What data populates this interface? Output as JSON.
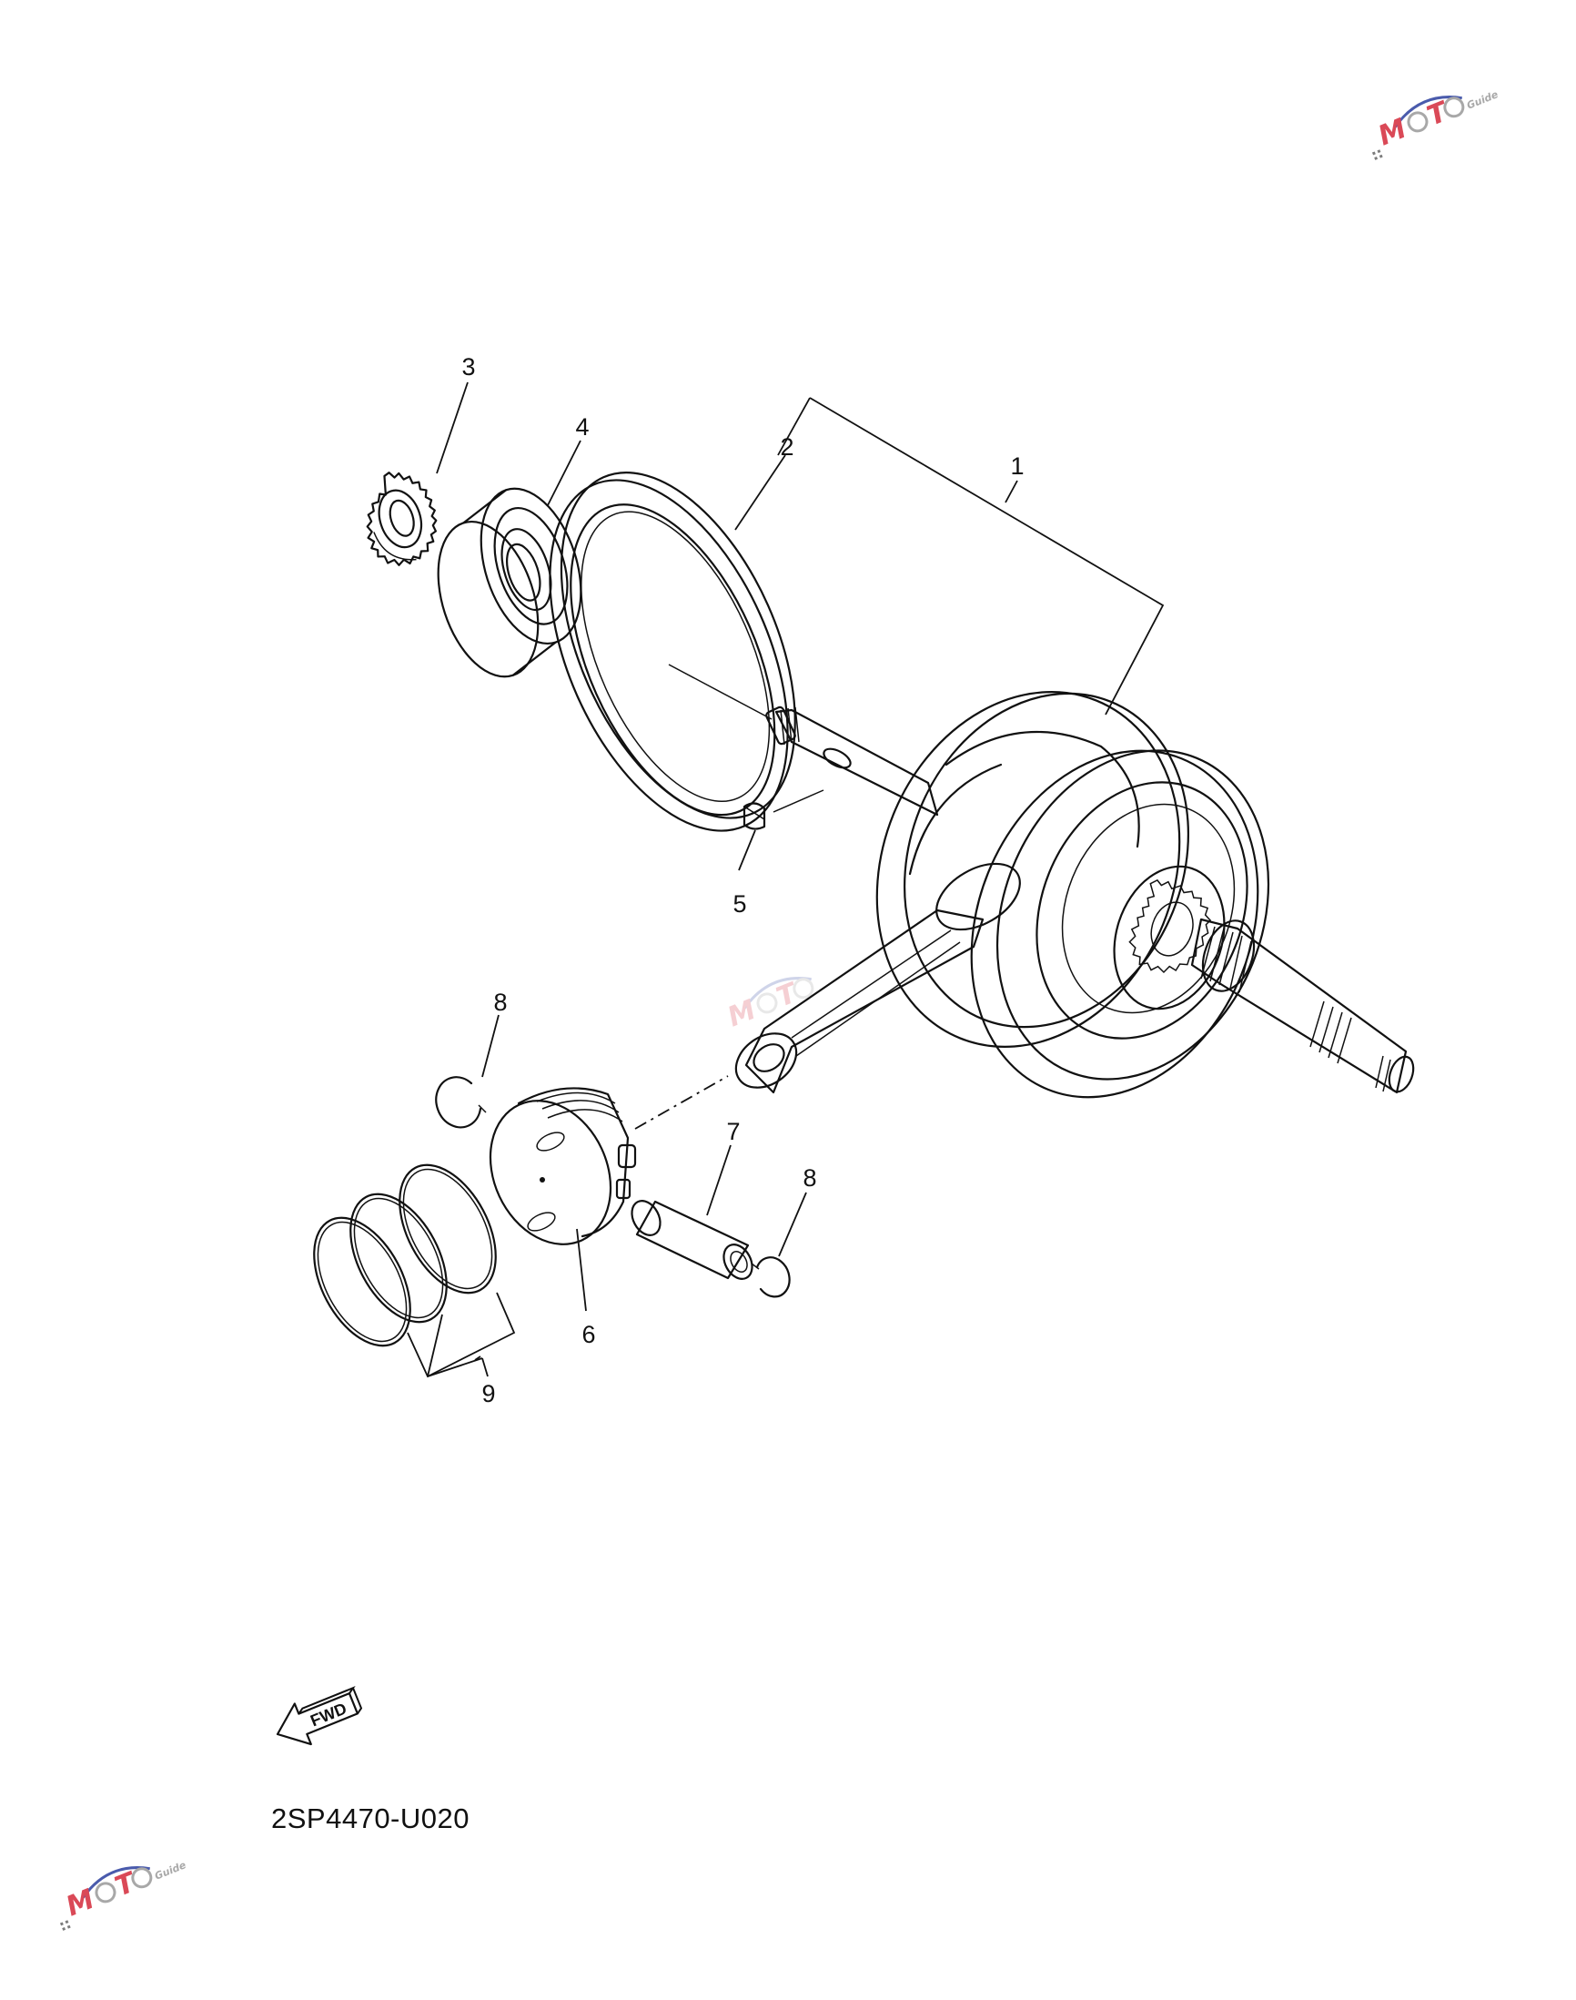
{
  "callouts": [
    {
      "id": "1",
      "label": "1"
    },
    {
      "id": "2",
      "label": "2"
    },
    {
      "id": "3",
      "label": "3"
    },
    {
      "id": "4",
      "label": "4"
    },
    {
      "id": "5",
      "label": "5"
    },
    {
      "id": "6",
      "label": "6"
    },
    {
      "id": "7",
      "label": "7"
    },
    {
      "id": "8a",
      "label": "8"
    },
    {
      "id": "8b",
      "label": "8"
    },
    {
      "id": "9",
      "label": "9"
    }
  ],
  "fwd_arrow": {
    "label": "FWD"
  },
  "diagram_code": "2SP4470-U020",
  "watermark": {
    "text": "MOTO",
    "subtext": "Guide",
    "colors": {
      "red": "#d42a3a",
      "blue": "#2b3f9e",
      "gray": "#9a9a9a"
    }
  },
  "icons": [
    "fwd-arrow-icon",
    "moto-guide-logo"
  ]
}
